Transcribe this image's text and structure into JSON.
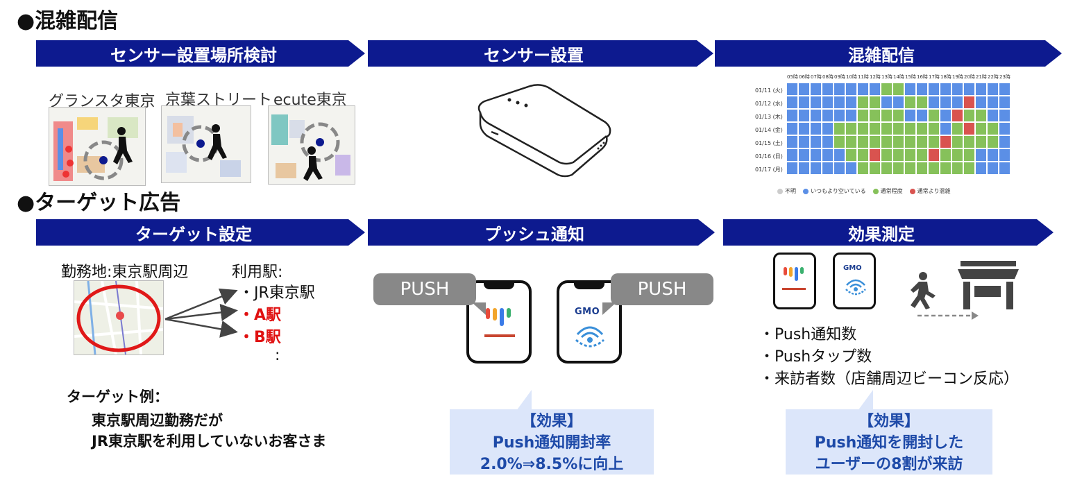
{
  "sections": {
    "congestion": "●混雑配信",
    "target_ad": "●ターゲット広告"
  },
  "steps": {
    "sensor_location": "センサー設置場所検討",
    "sensor_install": "センサー設置",
    "congestion_delivery": "混雑配信",
    "target_setting": "ターゲット設定",
    "push_notification": "プッシュ通知",
    "effect_measurement": "効果測定"
  },
  "maps": [
    {
      "label": "グランスタ東京"
    },
    {
      "label": "京葉ストリート"
    },
    {
      "label": "ecute東京"
    }
  ],
  "heatmap": {
    "hours": [
      "05時",
      "06時",
      "07時",
      "08時",
      "09時",
      "10時",
      "11時",
      "12時",
      "13時",
      "14時",
      "15時",
      "16時",
      "17時",
      "18時",
      "19時",
      "20時",
      "21時",
      "22時",
      "23時"
    ],
    "days": [
      "01/11 (火)",
      "01/12 (水)",
      "01/13 (木)",
      "01/14 (金)",
      "01/15 (土)",
      "01/16 (日)",
      "01/17 (月)"
    ],
    "legend": [
      "不明",
      "いつもより空いている",
      "通常程度",
      "通常より混雑"
    ],
    "colors": {
      "unknown": "#cccccc",
      "empty": "#5b8fe6",
      "normal": "#86c15a",
      "crowded": "#d9534f"
    },
    "grid": [
      "EEEEEEEENNEEEEEEEEE",
      "EEEEEENNEENNEEECEEE",
      "EEEEEENNNNEENECNNEE",
      "EEEENNNNNNNNNENCNNE",
      "EEEENNNNNNNNNCNNNNE",
      "EEEEENNCNNNNCNNNEEE",
      "EEEEEENNNNNNNNNNEEE"
    ]
  },
  "target": {
    "work_area": "勤務地:東京駅周辺",
    "stations_label": "利用駅:",
    "station_jr": "・JR東京駅",
    "station_a": "・A駅",
    "station_b": "・B駅",
    "ellipsis": ":",
    "example_label": "ターゲット例：",
    "example_line1": "東京駅周辺勤務だが",
    "example_line2": "JR東京駅を利用していないお客さま"
  },
  "push": {
    "label_left": "PUSH",
    "label_right": "PUSH",
    "gmo_logo": "GMO",
    "effect_title": "【効果】",
    "effect_line1": "Push通知開封率",
    "effect_line2": "2.0%⇒8.5%に向上"
  },
  "measure": {
    "gmo_logo": "GMO",
    "item1": "・Push通知数",
    "item2": "・Pushタップ数",
    "item3": "・来訪者数（店舗周辺ビーコン反応）",
    "effect_title": "【効果】",
    "effect_line1": "Push通知を開封した",
    "effect_line2": "ユーザーの8割が来訪"
  }
}
